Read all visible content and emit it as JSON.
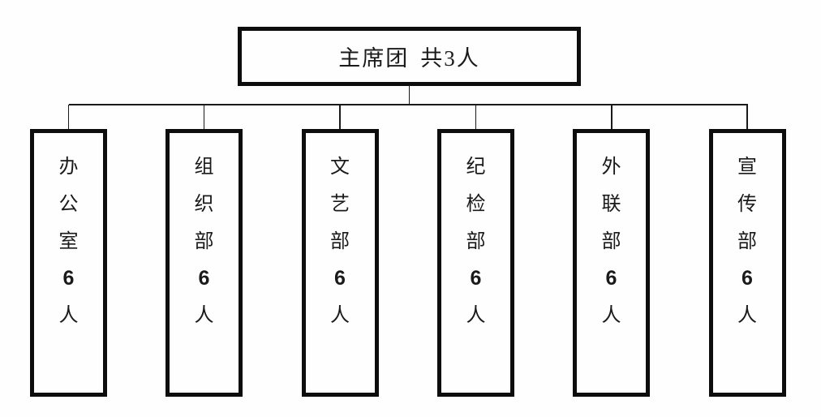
{
  "diagram": {
    "type": "org-chart",
    "root": {
      "label": "主席团",
      "count": "共3人"
    },
    "departments": [
      {
        "name": "办公室",
        "count": "6",
        "unit": "人"
      },
      {
        "name": "组织部",
        "count": "6",
        "unit": "人"
      },
      {
        "name": "文艺部",
        "count": "6",
        "unit": "人"
      },
      {
        "name": "纪检部",
        "count": "6",
        "unit": "人"
      },
      {
        "name": "外联部",
        "count": "6",
        "unit": "人"
      },
      {
        "name": "宣传部",
        "count": "6",
        "unit": "人"
      }
    ],
    "colors": {
      "background": "#fefefe",
      "border": "#0d0d0d",
      "line": "#1a1a1a",
      "text": "#1a1a1a"
    }
  }
}
